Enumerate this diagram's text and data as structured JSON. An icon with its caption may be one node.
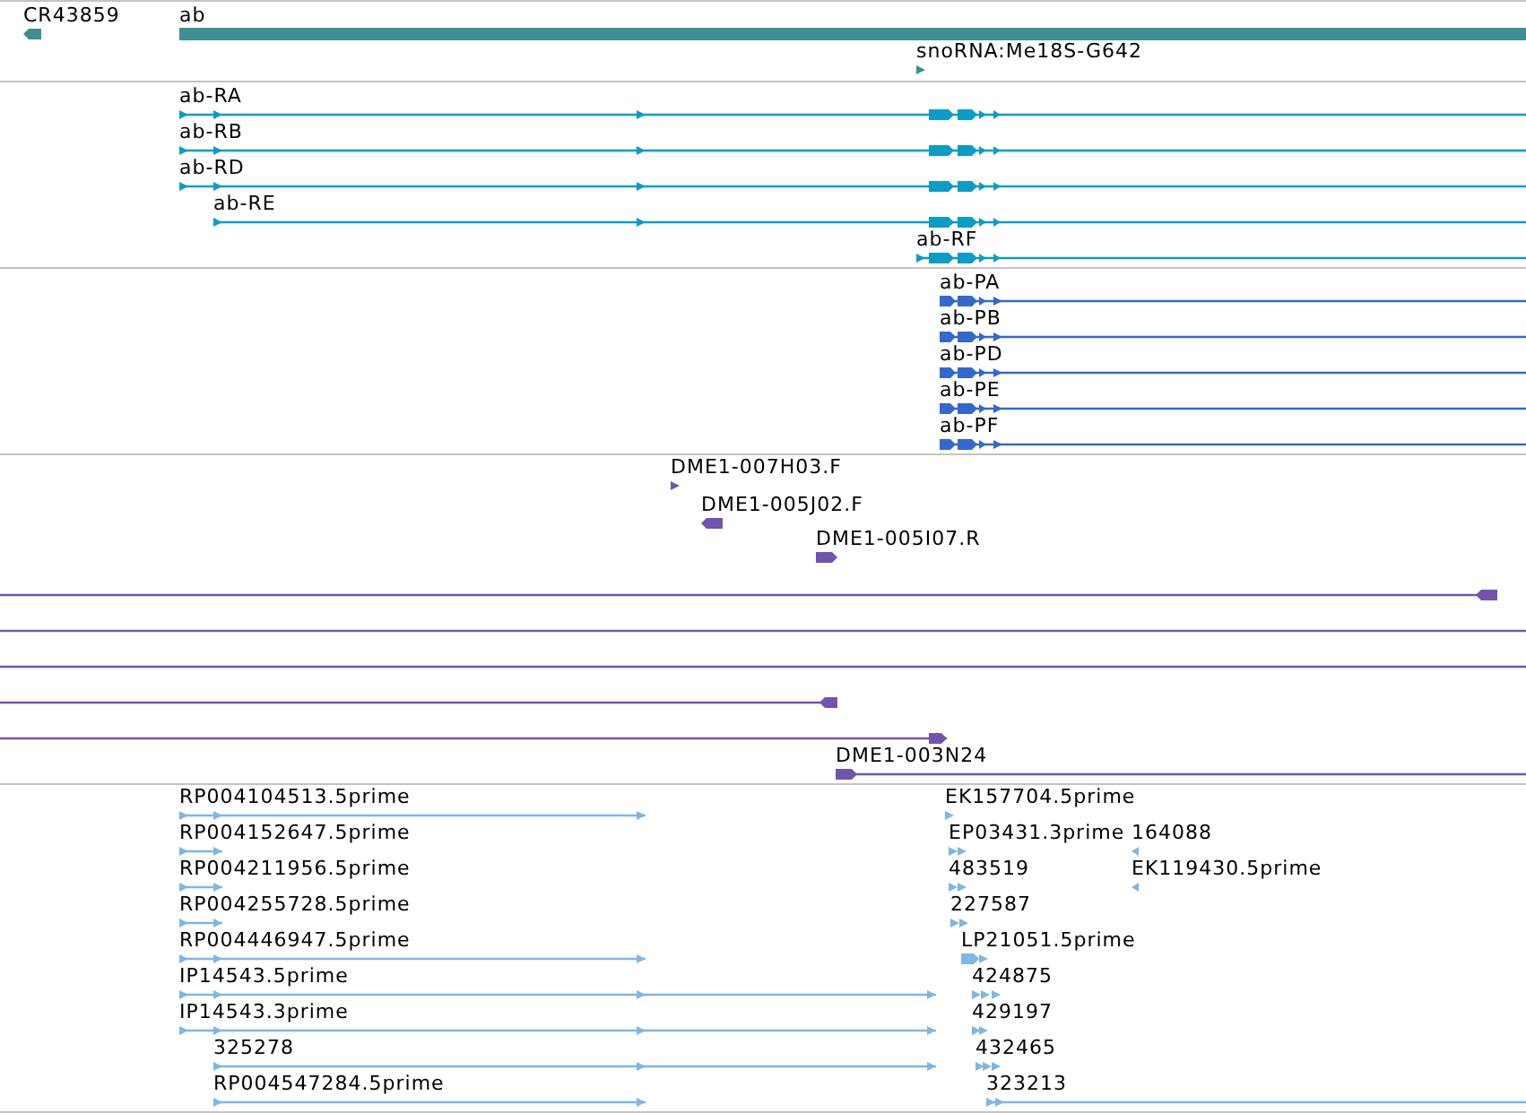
{
  "diagram": {
    "nodes": [
      {
        "text": [
          "CR43859"
        ]
      },
      {
        "text": [
          "ab"
        ]
      },
      {
        "text": [
          "snoRNA:Me18S-G642"
        ]
      },
      {
        "text": [
          "ab-RA"
        ]
      },
      {
        "text": [
          "ab-RB"
        ]
      },
      {
        "text": [
          "ab-RD"
        ]
      },
      {
        "text": [
          "ab-RE"
        ]
      },
      {
        "text": [
          "ab-RF"
        ]
      },
      {
        "text": [
          "ab-PA"
        ]
      },
      {
        "text": [
          "ab-PB"
        ]
      },
      {
        "text": [
          "ab-PD"
        ]
      },
      {
        "text": [
          "ab-PE"
        ]
      },
      {
        "text": [
          "ab-PF"
        ]
      },
      {
        "text": [
          "DME1-007H03.F"
        ]
      },
      {
        "text": [
          "DME1-005J02.F"
        ]
      },
      {
        "text": [
          "DME1-005I07.R"
        ]
      },
      {
        "text": [],
        "shape": "line"
      },
      {
        "text": [],
        "shape": "line"
      },
      {
        "text": [],
        "shape": "line"
      },
      {
        "text": [],
        "shape": "line"
      },
      {
        "text": [],
        "shape": "line"
      },
      {
        "text": [
          "DME1-003N24"
        ]
      },
      {
        "text": [
          "RP004104513.5prime"
        ]
      },
      {
        "text": [
          "EK157704.5prime"
        ]
      },
      {
        "text": [
          "RP004152647.5prime"
        ]
      },
      {
        "text": [
          "EP03431.3prime"
        ]
      },
      {
        "text": [
          "164088"
        ]
      },
      {
        "text": [
          "RP004211956.5prime"
        ]
      },
      {
        "text": [
          "483519"
        ]
      },
      {
        "text": [
          "EK119430.5prime"
        ]
      },
      {
        "text": [
          "RP004255728.5prime"
        ]
      },
      {
        "text": [
          "227587"
        ]
      },
      {
        "text": [
          "RP004446947.5prime"
        ]
      },
      {
        "text": [
          "LP21051.5prime"
        ]
      },
      {
        "text": [
          "IP14543.5prime"
        ]
      },
      {
        "text": [
          "424875"
        ]
      },
      {
        "text": [
          "IP14543.3prime"
        ]
      },
      {
        "text": [
          "429197"
        ]
      },
      {
        "text": [
          "325278"
        ]
      },
      {
        "text": [
          "432465"
        ]
      },
      {
        "text": [
          "RP004547284.5prime"
        ]
      },
      {
        "text": [
          "323213"
        ]
      }
    ]
  }
}
